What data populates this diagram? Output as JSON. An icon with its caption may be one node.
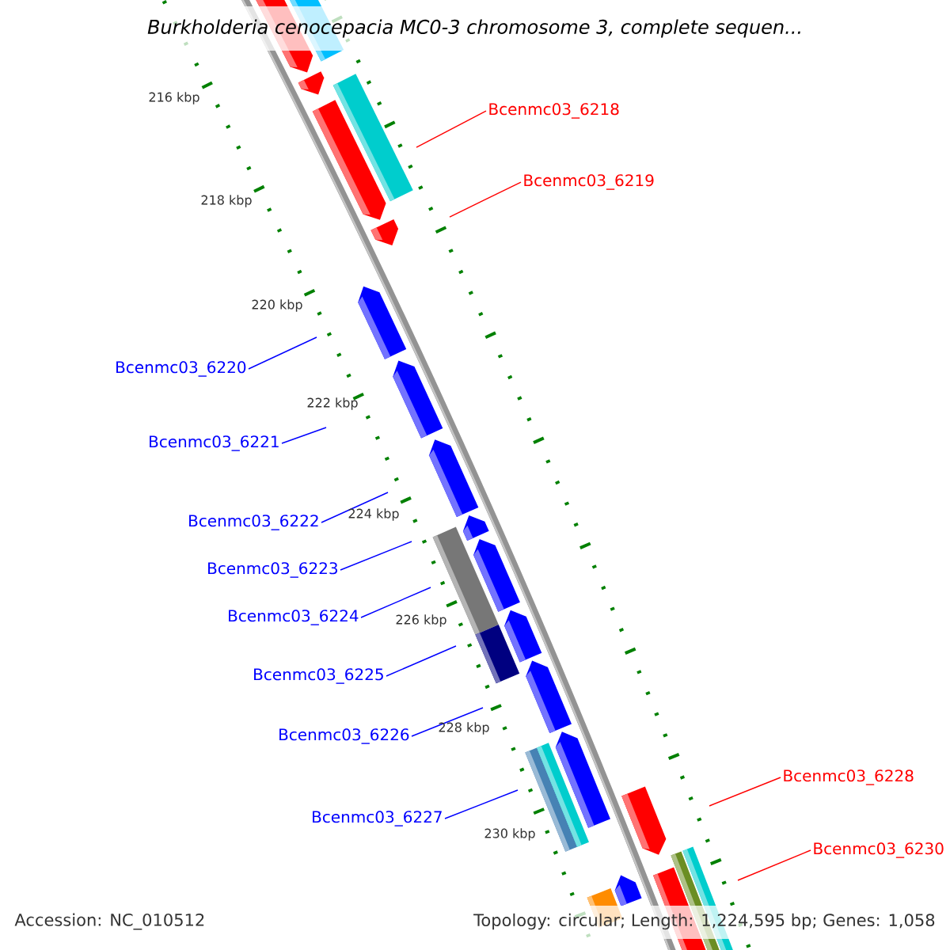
{
  "diagram": {
    "title": "Burkholderia cenocepacia MC0-3 chromosome 3, complete sequen...",
    "nodes": [
      {
        "text": [
          "Bcenmc03_6218"
        ]
      },
      {
        "text": [
          "Bcenmc03_6219"
        ]
      },
      {
        "text": [
          "Bcenmc03_6220"
        ]
      },
      {
        "text": [
          "Bcenmc03_6221"
        ]
      },
      {
        "text": [
          "Bcenmc03_6222"
        ]
      },
      {
        "text": [
          "Bcenmc03_6223"
        ]
      },
      {
        "text": [
          "Bcenmc03_6224"
        ]
      },
      {
        "text": [
          "Bcenmc03_6225"
        ]
      },
      {
        "text": [
          "Bcenmc03_6226"
        ]
      },
      {
        "text": [
          "Bcenmc03_6228"
        ]
      },
      {
        "text": [
          "Bcenmc03_6227"
        ]
      },
      {
        "text": [
          "Bcenmc03_6230"
        ]
      }
    ],
    "edges": [
      {
        "from": 0,
        "to": null,
        "arrow": "none",
        "color": "#ff0000"
      },
      {
        "from": 1,
        "to": null,
        "arrow": "none",
        "color": "#ff0000"
      },
      {
        "from": 2,
        "to": null,
        "arrow": "none"
      },
      {
        "from": 3,
        "to": null,
        "arrow": "none"
      },
      {
        "from": 4,
        "to": null,
        "arrow": "none"
      },
      {
        "from": 5,
        "to": null,
        "arrow": "none"
      },
      {
        "from": 6,
        "to": null,
        "arrow": "none"
      },
      {
        "from": 7,
        "to": null,
        "arrow": "none"
      },
      {
        "from": 8,
        "to": null,
        "arrow": "none"
      },
      {
        "from": 9,
        "to": null,
        "arrow": "none",
        "color": "#ff0000"
      },
      {
        "from": 10,
        "to": null,
        "arrow": "none"
      },
      {
        "from": 11,
        "to": null,
        "arrow": "none",
        "color": "#ff0000"
      }
    ],
    "labels": [
      "216 kbp",
      "218 kbp",
      "220 kbp",
      "222 kbp",
      "224 kbp",
      "226 kbp",
      "228 kbp",
      "230 kbp",
      "Accession: NC_010512",
      "Topology: circular; Length: 1,224,595 bp; Genes: 1,058"
    ]
  }
}
